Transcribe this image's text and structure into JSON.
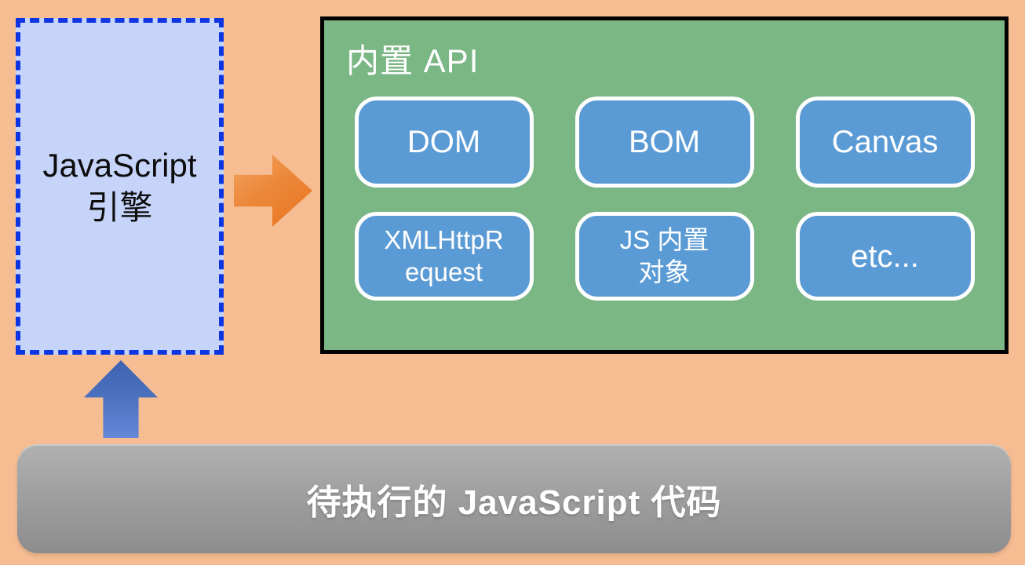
{
  "colors": {
    "background": "#f6bd92",
    "engine_fill": "#c7d4fa",
    "engine_border": "#0e35e2",
    "api_fill": "#7bb685",
    "api_border": "#000000",
    "card_fill": "#5b9bd5",
    "card_border": "#ffffff",
    "arrow_orange": "#ed7d31",
    "arrow_blue": "#4472c4",
    "code_bar_fill": "#9c9c9c",
    "text_on_dark": "#ffffff",
    "text_on_light": "#0d0d0d"
  },
  "engine_box": {
    "lines": [
      "JavaScript",
      "引擎"
    ]
  },
  "api_box": {
    "title": "内置 API",
    "rows": [
      {
        "items": [
          {
            "lines": [
              "DOM"
            ]
          },
          {
            "lines": [
              "BOM"
            ]
          },
          {
            "lines": [
              "Canvas"
            ]
          }
        ]
      },
      {
        "items": [
          {
            "lines": [
              "XMLHttpR",
              "equest"
            ]
          },
          {
            "lines": [
              "JS 内置",
              "对象"
            ]
          },
          {
            "lines": [
              "etc..."
            ]
          }
        ]
      }
    ]
  },
  "code_bar": {
    "label": "待执行的 JavaScript 代码"
  },
  "icons": {
    "right_arrow": "engine-to-api-arrow",
    "up_arrow": "code-to-engine-arrow"
  }
}
